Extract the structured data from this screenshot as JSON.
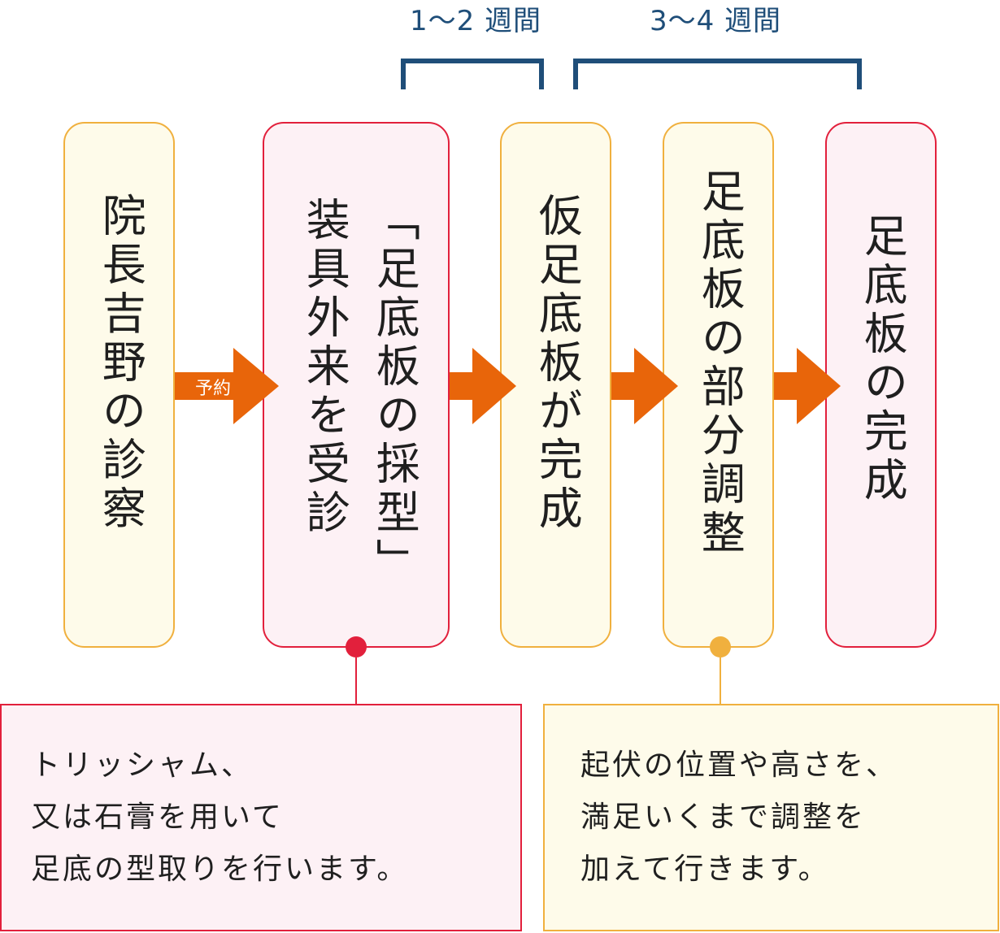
{
  "durations": [
    {
      "label": "1〜2 週間"
    },
    {
      "label": "3〜4 週間"
    }
  ],
  "steps": [
    {
      "label": "院長吉野の診察",
      "style": "orange"
    },
    {
      "label": "装具外来を受診",
      "sub": "「足底板の採型」",
      "style": "red"
    },
    {
      "label": "仮足底板が完成",
      "style": "orange"
    },
    {
      "label": "足底板の部分調整",
      "style": "orange"
    },
    {
      "label": "足底板の完成",
      "style": "red"
    }
  ],
  "arrow_label": "予約",
  "notes": [
    {
      "lines": [
        "トリッシャム、",
        "又は石膏を用いて",
        "足底の型取りを行います。"
      ]
    },
    {
      "lines": [
        "起伏の位置や高さを、",
        "満足いくまで調整を",
        "加えて行きます。"
      ]
    }
  ],
  "colors": {
    "navy": "#1f4e79",
    "arrow": "#e8650a",
    "red": "#e2203c",
    "orange": "#f0b03e",
    "pink_bg": "#fdf1f5",
    "cream_bg": "#fefbea"
  }
}
